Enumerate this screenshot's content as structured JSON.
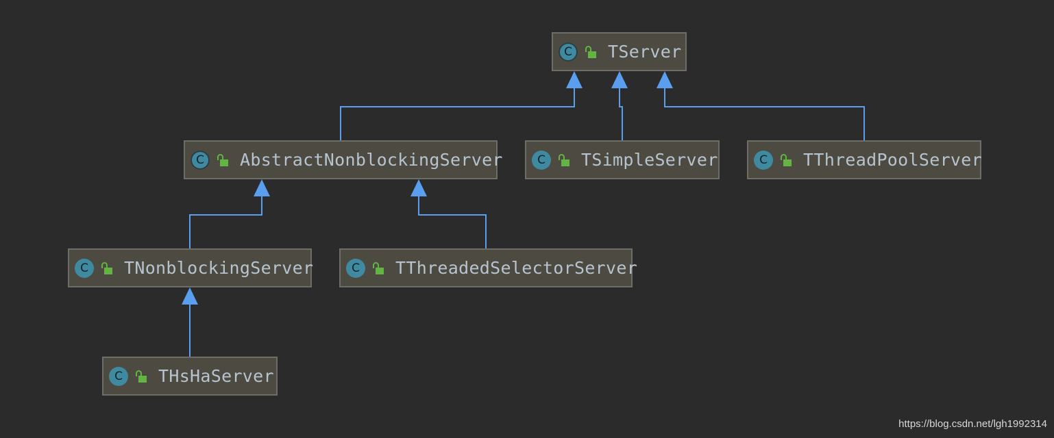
{
  "nodes": {
    "tserver": {
      "label": "TServer",
      "icon": "abstract-class-icon"
    },
    "abstract_nonblocking": {
      "label": "AbstractNonblockingServer",
      "icon": "abstract-class-icon"
    },
    "tsimple": {
      "label": "TSimpleServer",
      "icon": "class-icon"
    },
    "tthreadpool": {
      "label": "TThreadPoolServer",
      "icon": "class-icon"
    },
    "tnonblocking": {
      "label": "TNonblockingServer",
      "icon": "class-icon"
    },
    "tthreadedselector": {
      "label": "TThreadedSelectorServer",
      "icon": "class-icon"
    },
    "thsha": {
      "label": "THsHaServer",
      "icon": "class-icon"
    }
  },
  "class_icon_letter": "C",
  "edges": [
    {
      "from": "abstract_nonblocking",
      "to": "tserver"
    },
    {
      "from": "tsimple",
      "to": "tserver"
    },
    {
      "from": "tthreadpool",
      "to": "tserver"
    },
    {
      "from": "tnonblocking",
      "to": "abstract_nonblocking"
    },
    {
      "from": "tthreadedselector",
      "to": "abstract_nonblocking"
    },
    {
      "from": "thsha",
      "to": "tnonblocking"
    }
  ],
  "colors": {
    "background": "#2b2b2b",
    "node_fill": "#4c4a41",
    "node_border": "#6f6e66",
    "edge": "#5a9ef0",
    "label": "#b7c4cf",
    "class_icon": "#3f8aa0",
    "lock_icon": "#62b543"
  },
  "watermark": "https://blog.csdn.net/lgh1992314"
}
